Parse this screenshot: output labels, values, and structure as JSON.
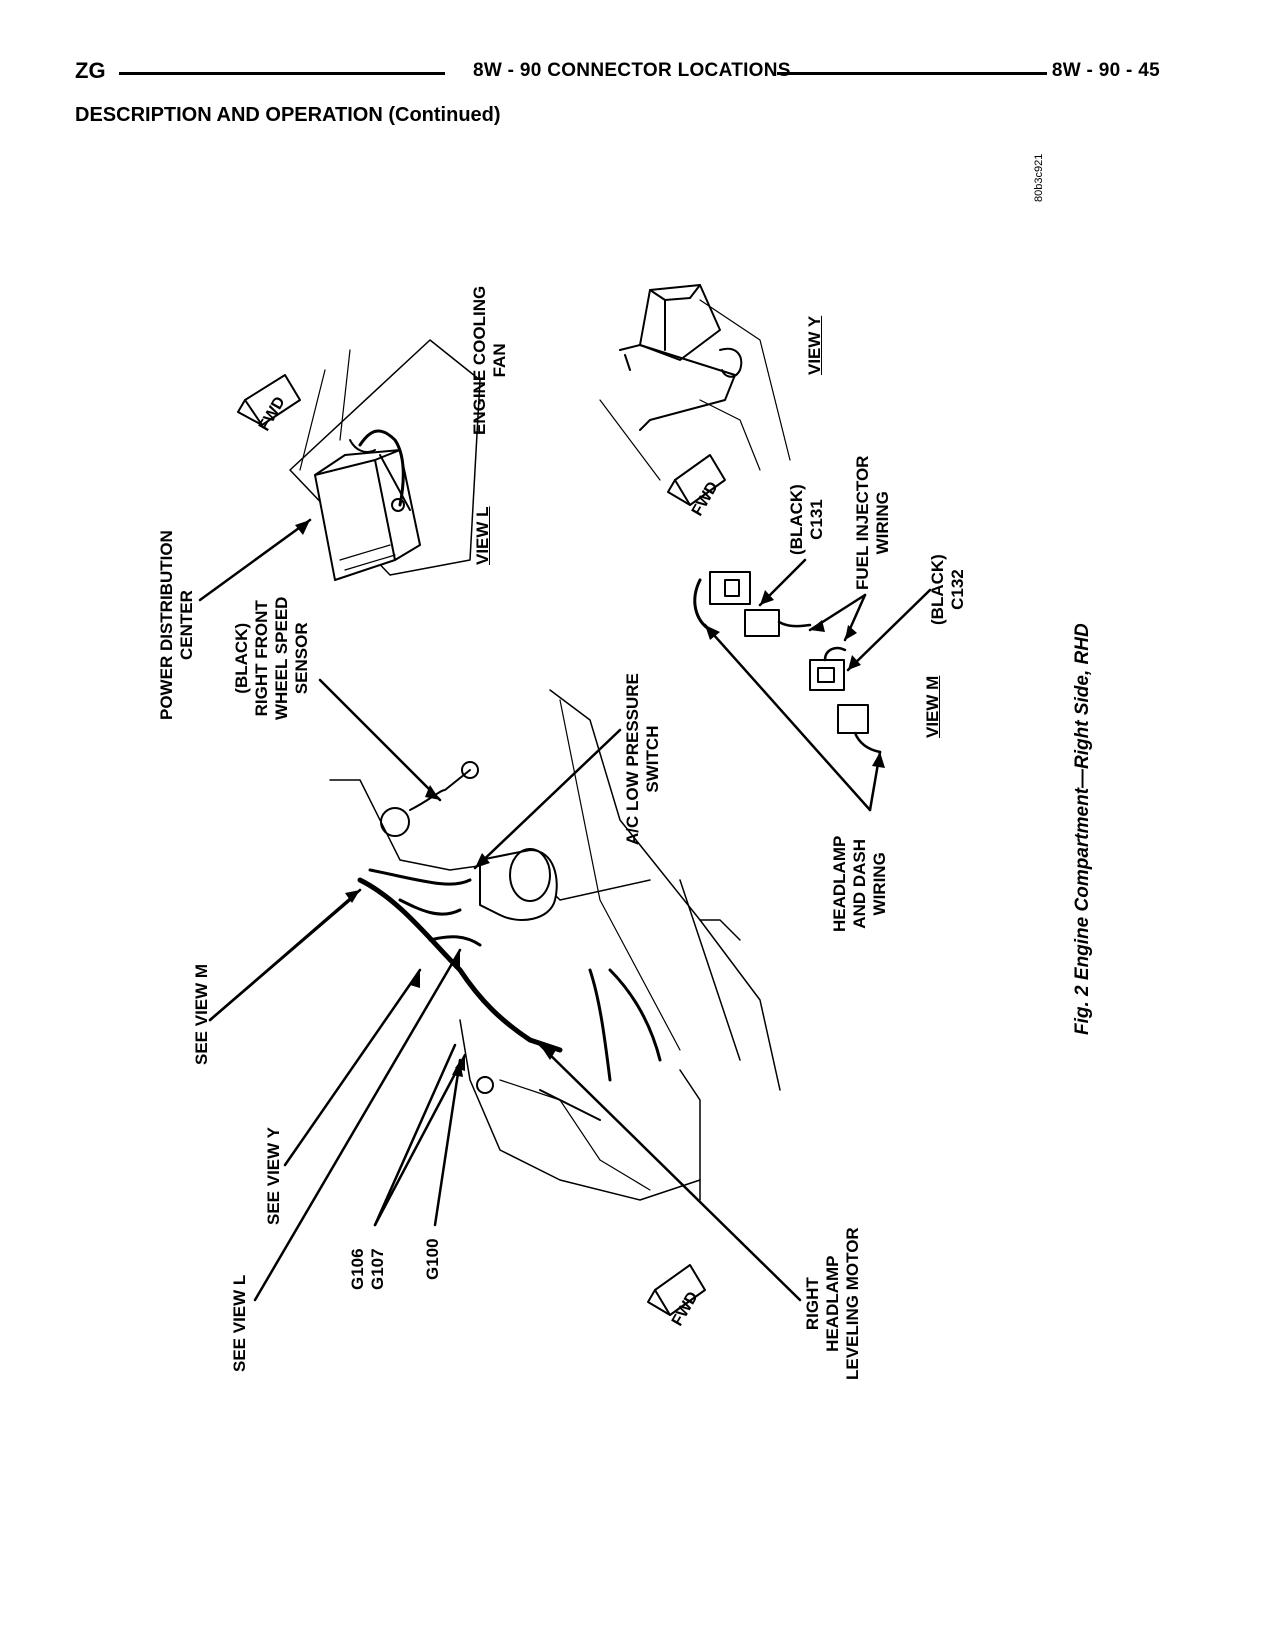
{
  "header": {
    "left": "ZG",
    "center": "8W - 90 CONNECTOR LOCATIONS",
    "right": "8W - 90 - 45"
  },
  "section_title": "DESCRIPTION AND OPERATION (Continued)",
  "figure": {
    "figure_id": "80b3c921",
    "caption": "Fig. 2 Engine Compartment—Right Side, RHD",
    "labels": {
      "power_distribution_center": [
        "POWER DISTRIBUTION",
        "CENTER"
      ],
      "engine_cooling_fan": [
        "ENGINE COOLING",
        "FAN"
      ],
      "view_l": "VIEW L",
      "right_front_wheel_speed_sensor": [
        "(BLACK)",
        "RIGHT FRONT",
        "WHEEL SPEED",
        "SENSOR"
      ],
      "ac_low_pressure_switch": [
        "A/C LOW PRESSURE",
        "SWITCH"
      ],
      "view_y": "VIEW Y",
      "c131": [
        "(BLACK)",
        "C131"
      ],
      "fuel_injector_wiring": [
        "FUEL INJECTOR",
        "WIRING"
      ],
      "c132": [
        "(BLACK)",
        "C132"
      ],
      "view_m": "VIEW M",
      "headlamp_dash_wiring": [
        "HEADLAMP",
        "AND DASH",
        "WIRING"
      ],
      "see_view_m": "SEE VIEW M",
      "see_view_y": "SEE VIEW Y",
      "see_view_l": "SEE VIEW L",
      "g106_g107": [
        "G106",
        "G107"
      ],
      "g100": "G100",
      "right_headlamp_leveling_motor": [
        "RIGHT",
        "HEADLAMP",
        "LEVELING MOTOR"
      ],
      "fwd": "FWD"
    }
  }
}
